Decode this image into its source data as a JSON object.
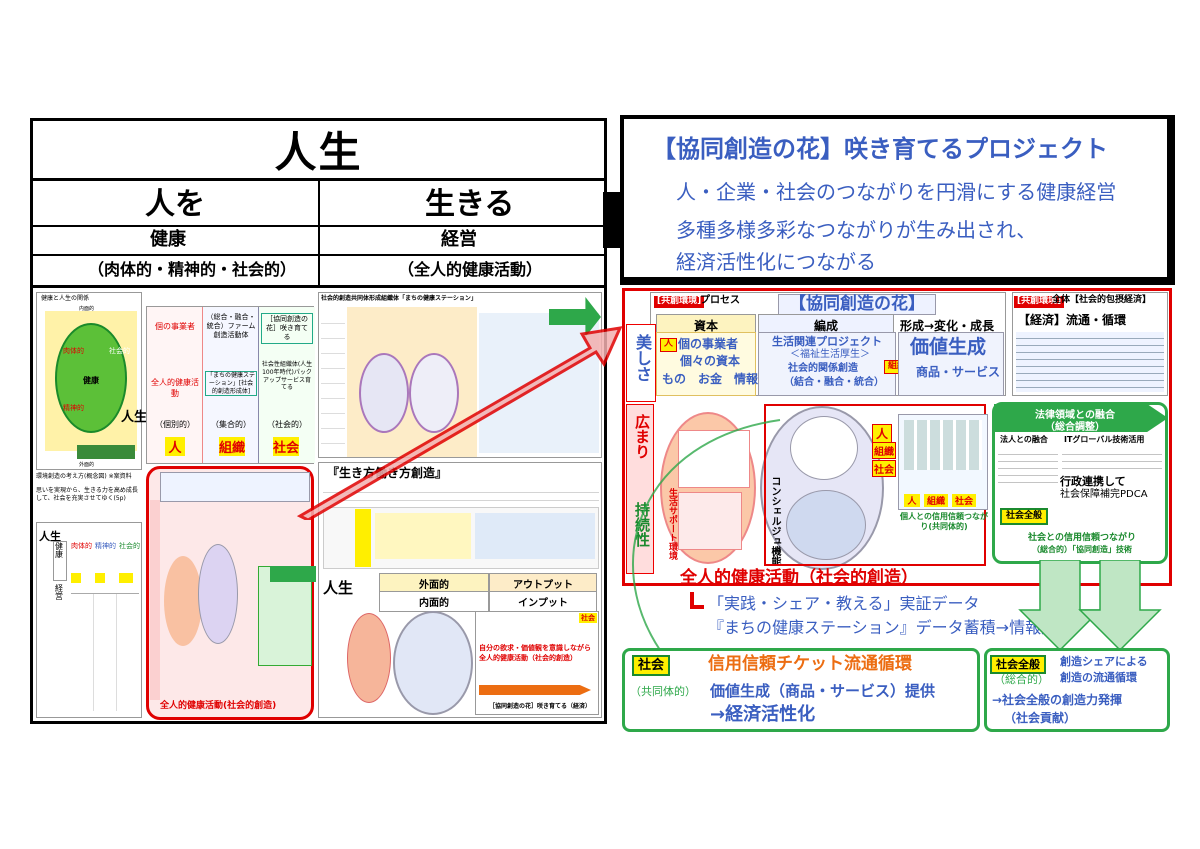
{
  "left": {
    "title": "人生",
    "col1": {
      "head": "人を",
      "sub": "健康",
      "sub2": "（肉体的・精神的・社会的）"
    },
    "col2": {
      "head": "生きる",
      "sub": "経営",
      "sub2": "（全人的健康活動）"
    },
    "p1": {
      "title": "健康と人生の関係",
      "lbl_inner": "内面的",
      "lbl_outer": "外面的",
      "lbl_social": "社会的",
      "lbl_body": "肉体的",
      "lbl_mind": "精神的",
      "lbl_health": "健康",
      "lbl_life": "人生",
      "caption1": "環境創造の考え方(概念図) ※案資料",
      "caption2": "思いを実現から、生きる力を高め成長して、社会を充実させてゆく(5p)"
    },
    "p2": {
      "c1": "個の事業者",
      "c2": "（総合・融合・統合）ファーム創造活動体",
      "c3": "［協同創造の花］咲き育てる",
      "r2c1": "全人的健康活動",
      "r2c2": "「まちの健康ステーション」[社会的創造形成体]",
      "r2c3": "社会性組織体(人生100年時代)パックアップサービス育てる",
      "r3c1": "（個別的）",
      "r3c2": "（集合的）",
      "r3c3": "（社会的）",
      "tag1": "人",
      "tag2": "組織",
      "tag3": "社会"
    },
    "p3": {
      "title": "社会的創造共同体形成組織体「まちの健康ステーション」"
    },
    "p4": {
      "title": "『生き方働き方創造』",
      "h_outer": "外面的",
      "h_output": "アウトプット",
      "h_inner": "内面的",
      "h_input": "インプット",
      "jinsei": "人生",
      "note1": "自分の欲求・価値観を意識しながら",
      "note2": "全人的健康活動（社会的創造）",
      "kyodo": "［協同創造の花］咲き育てる（経済）",
      "shakai": "社会"
    },
    "p5": {
      "row_kenko": "健康",
      "row_keiei": "経営",
      "c1": "肉体的",
      "c2": "精神的",
      "c3": "社会的",
      "side": "人生"
    },
    "mini_footer": "全人的健康活動(社会的創造)"
  },
  "arrow": {
    "label": ""
  },
  "right": {
    "title": "【協同創造の花】咲き育てるプロジェクト",
    "line1": "人・企業・社会のつながりを円滑にする健康経営",
    "line2": "多種多様多彩なつながりが生み出され、",
    "line3": "経済活性化につながる",
    "diagram": {
      "tag_common": "[共創環境]",
      "process": "プロセス",
      "flower": "【協同創造の花】",
      "henka": "形成→変化・成長",
      "zentai": "全体【社会的包摂経済】",
      "keizai": "【経済】流通・循環",
      "shihon": "資本",
      "hensei": "編成",
      "hito_tag": "人",
      "kojigyo": "個の事業者",
      "kono_shihon": "個々の資本",
      "mono": "もの　お金　情報",
      "seikatsu": "生活関連プロジェクト",
      "fukushi": "＜福祉生活厚生＞",
      "shakaiteki": "社会的関係創造",
      "togo": "（結合・融合・統合）",
      "soshiki_tag": "組織",
      "kachi": "価値生成",
      "shohin": "商品・サービス",
      "utsukushisa": "美しさ",
      "hirogari": "広まり",
      "jizokusei": "持続性",
      "seikatsu_support": "生活サポート環境",
      "concierge": "コンシェルジュ機能",
      "hito": "人",
      "soshiki": "組織",
      "shakai": "社会",
      "houritsu": "法律領域との融合",
      "sogo": "（総合調整）",
      "hito_katsudo": "法人との融合",
      "it": "ITグローバル技術活用",
      "gyosei": "行政連携して",
      "pdca": "社会保障補完PDCA",
      "shakai_zenpan": "社会全般",
      "shinrai": "社会との信用信頼つながり",
      "shinrai2": "（総合的）「協同創造」技術",
      "kojin_shinyo": "個人との信用信頼つながり(共同体的)",
      "footer": "全人的健康活動（社会的創造）",
      "jissen": "「実践・シェア・教える」実証データ",
      "machi": "『まちの健康ステーション』データ蓄積→情報知識"
    },
    "bottom_left": {
      "tag": "社会",
      "paren": "（共同体的）",
      "line1": "信用信頼チケット流通循環",
      "line2": "価値生成（商品・サービス）提供",
      "line3": "→経済活性化"
    },
    "bottom_right": {
      "tag": "社会全般",
      "paren": "（総合的）",
      "line1": "創造シェアによる",
      "line2": "創造の流通循環",
      "line3": "→社会全般の創造力発揮",
      "line4": "（社会貢献）"
    }
  },
  "colors": {
    "red": "#e00000",
    "blue": "#3a5ec0",
    "green": "#1b8a2e",
    "orange": "#ec6d12",
    "yellow": "#ffef00"
  }
}
